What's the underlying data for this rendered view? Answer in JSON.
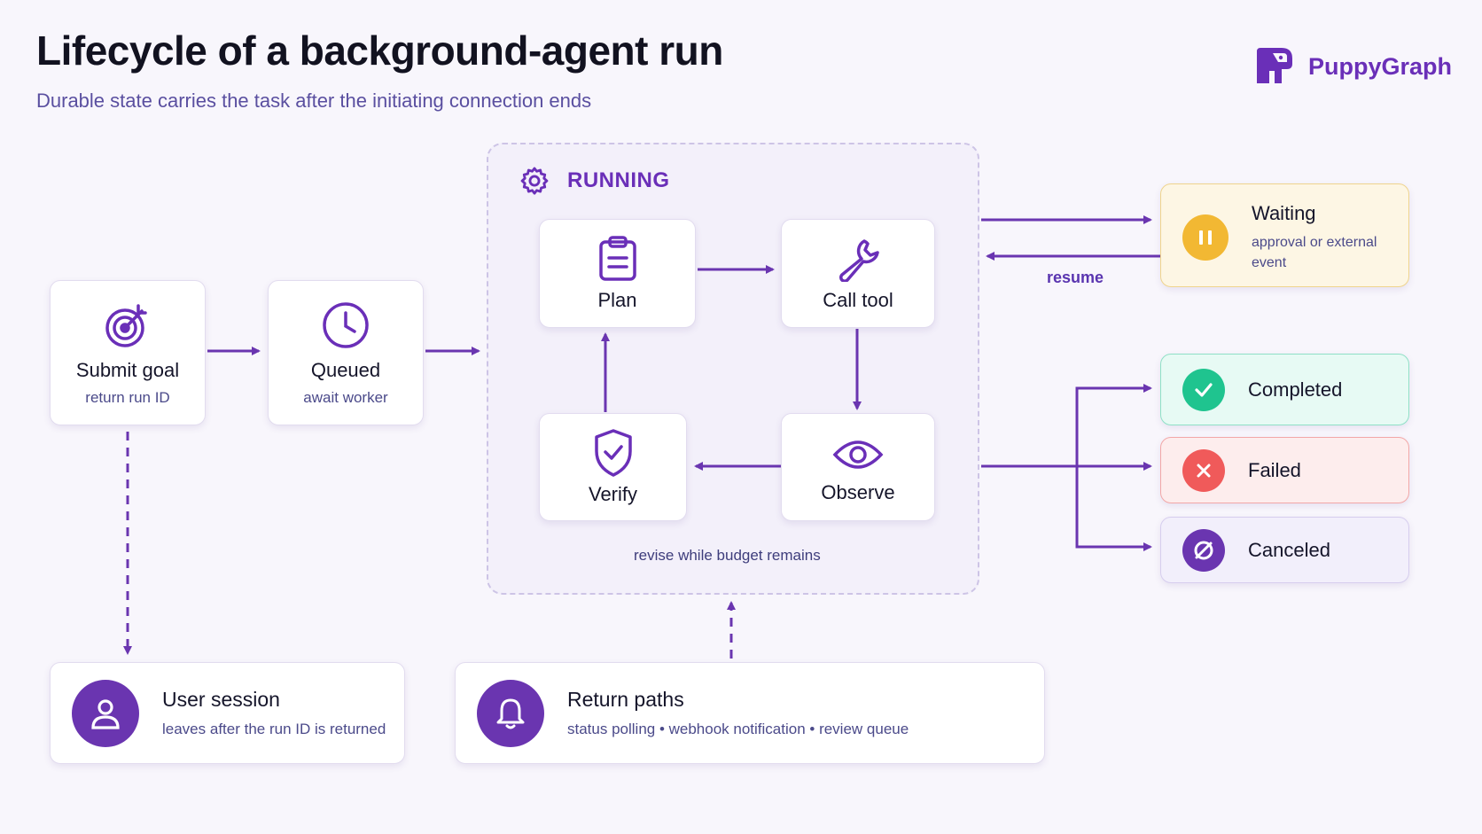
{
  "header": {
    "title": "Lifecycle of a background-agent run",
    "subtitle": "Durable state carries the task after the initiating connection ends",
    "brand": "PuppyGraph"
  },
  "colors": {
    "accent": "#6a2fb8",
    "arrow": "#6a35b0",
    "waiting": "#f2b833",
    "completed": "#1fc48f",
    "failed": "#f05a5a",
    "canceled": "#6a35b0"
  },
  "stages": {
    "submit": {
      "label": "Submit goal",
      "sub": "return run ID",
      "icon": "target-icon"
    },
    "queued": {
      "label": "Queued",
      "sub": "await worker",
      "icon": "clock-icon"
    }
  },
  "running": {
    "label": "RUNNING",
    "icon": "gear-icon",
    "plan": {
      "label": "Plan",
      "icon": "clipboard-icon"
    },
    "call_tool": {
      "label": "Call tool",
      "icon": "wrench-icon"
    },
    "verify": {
      "label": "Verify",
      "icon": "shield-check-icon"
    },
    "observe": {
      "label": "Observe",
      "icon": "eye-icon"
    },
    "loop_note": "revise while budget remains"
  },
  "waiting": {
    "title": "Waiting",
    "desc_line1": "approval or external",
    "desc_line2": "event",
    "resume": "resume",
    "icon": "pause-icon"
  },
  "outcomes": [
    {
      "label": "Completed",
      "icon": "check-icon"
    },
    {
      "label": "Failed",
      "icon": "x-icon"
    },
    {
      "label": "Canceled",
      "icon": "cancel-icon"
    }
  ],
  "user_session": {
    "title": "User session",
    "desc": "leaves after the run ID is returned",
    "icon": "user-icon"
  },
  "return_paths": {
    "title": "Return paths",
    "desc": "status polling • webhook notification • review queue",
    "icon": "bell-icon"
  }
}
